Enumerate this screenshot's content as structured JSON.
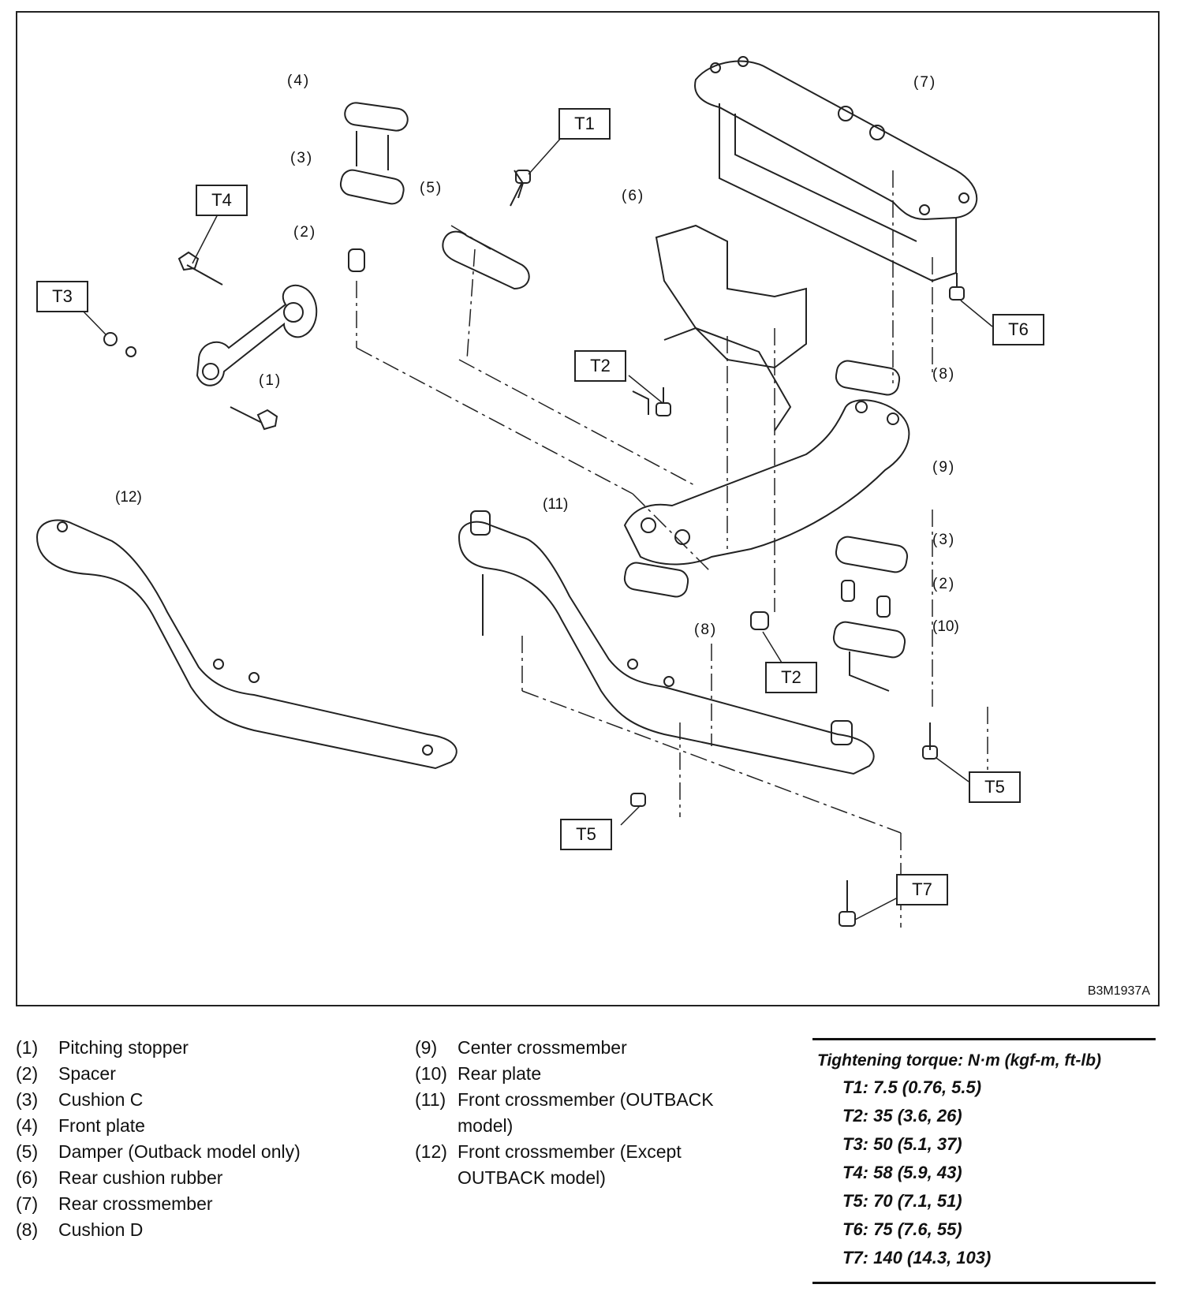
{
  "figure": {
    "id": "B3M1937A",
    "torque_tags": [
      "T1",
      "T2",
      "T3",
      "T4",
      "T5",
      "T6",
      "T7"
    ],
    "callouts": [
      "(4)",
      "(3)",
      "(2)",
      "(5)",
      "(1)",
      "(6)",
      "(7)",
      "(8)",
      "(9)",
      "(10)",
      "(11)",
      "(12)"
    ]
  },
  "legend": {
    "left": [
      {
        "num": "(1)",
        "text": "Pitching stopper"
      },
      {
        "num": "(2)",
        "text": "Spacer"
      },
      {
        "num": "(3)",
        "text": "Cushion C"
      },
      {
        "num": "(4)",
        "text": "Front plate"
      },
      {
        "num": "(5)",
        "text": "Damper (Outback model only)"
      },
      {
        "num": "(6)",
        "text": "Rear cushion rubber"
      },
      {
        "num": "(7)",
        "text": "Rear crossmember"
      },
      {
        "num": "(8)",
        "text": "Cushion D"
      }
    ],
    "middle": [
      {
        "num": "(9)",
        "text": "Center crossmember"
      },
      {
        "num": "(10)",
        "text": "Rear plate"
      },
      {
        "num": "(11)",
        "text": "Front crossmember (OUTBACK",
        "text2": "model)"
      },
      {
        "num": "(12)",
        "text": "Front crossmember (Except",
        "text2": "OUTBACK model)"
      }
    ]
  },
  "torque": {
    "title": "Tightening torque: N·m (kgf-m, ft-lb)",
    "values": [
      "T1: 7.5 (0.76, 5.5)",
      "T2: 35 (3.6, 26)",
      "T3: 50 (5.1, 37)",
      "T4: 58 (5.9, 43)",
      "T5: 70 (7.1, 51)",
      "T6: 75 (7.6, 55)",
      "T7: 140 (14.3, 103)"
    ]
  }
}
